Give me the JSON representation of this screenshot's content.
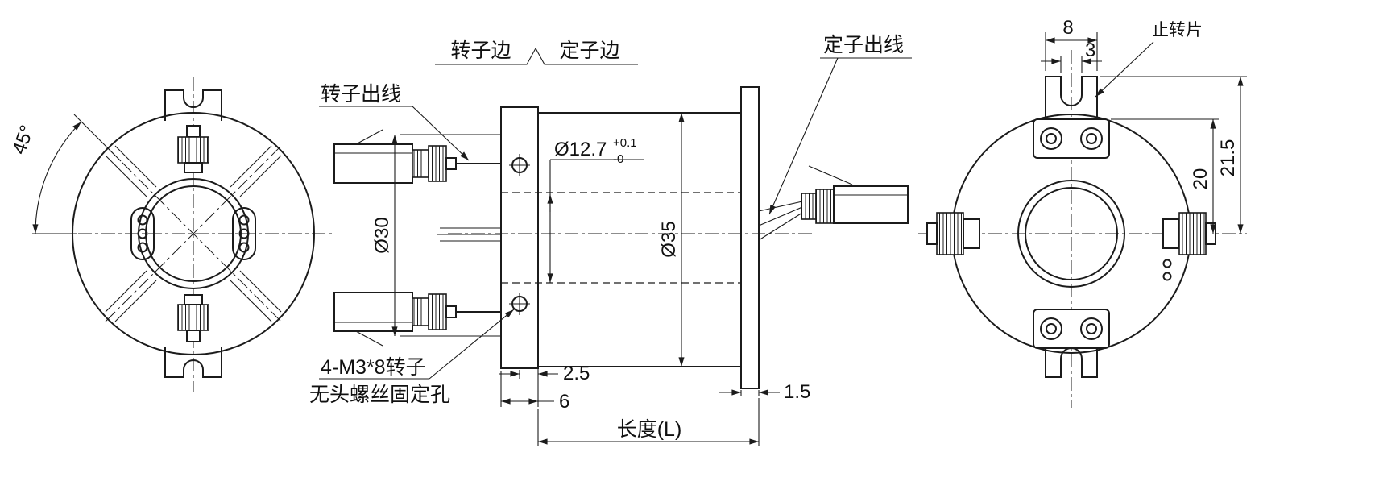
{
  "page": {
    "background": "#ffffff",
    "line_color": "#1b1b1b"
  },
  "labels": {
    "rotor_side": "转子边",
    "stator_side": "定子边",
    "rotor_outlet": "转子出线",
    "stator_outlet": "定子出线",
    "stop_tab": "止转片",
    "screw_note_1": "4-M3*8转子",
    "screw_note_2": "无头螺丝固定孔",
    "length": "长度(L)"
  },
  "dims": {
    "angle": "45°",
    "bore": "Ø12.7",
    "bore_tol_plus": "+0.1",
    "bore_tol_minus": "-0",
    "d30": "Ø30",
    "d35": "Ø35",
    "w25": "2.5",
    "w6": "6",
    "w15": "1.5",
    "w8": "8",
    "w3": "3",
    "h20": "20",
    "h215": "21.5"
  }
}
